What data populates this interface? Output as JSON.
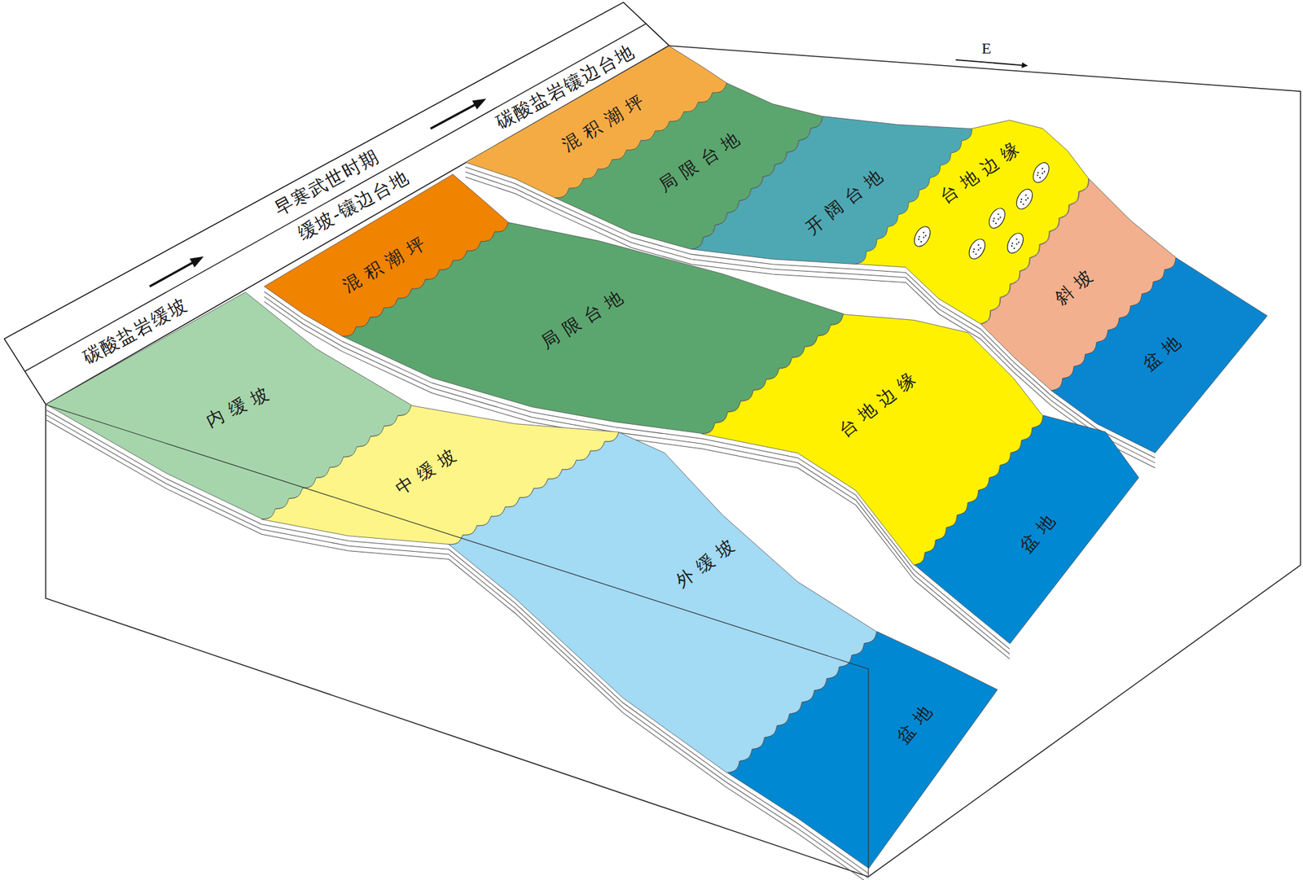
{
  "diagram": {
    "nodes": [
      {
        "text": [
          "早寒武世时期",
          "碳酸盐岩缓坡",
          "缓坡-镶边台地",
          "碳酸盐岩镶边台地"
        ]
      },
      {
        "text": [
          "内缓坡"
        ]
      },
      {
        "text": [
          "中缓坡"
        ]
      },
      {
        "text": [
          "外缓坡"
        ]
      },
      {
        "text": [
          "盆地"
        ]
      },
      {
        "text": [
          "混积潮坪"
        ]
      },
      {
        "text": [
          "局限台地"
        ]
      },
      {
        "text": [
          "台地边缘"
        ]
      },
      {
        "text": [
          "盆地"
        ]
      },
      {
        "text": [
          "混积潮坪"
        ]
      },
      {
        "text": [
          "局限台地"
        ]
      },
      {
        "text": [
          "开阔台地"
        ]
      },
      {
        "text": [
          "台地边缘"
        ]
      },
      {
        "text": [
          "斜坡"
        ]
      },
      {
        "text": [
          "盆地"
        ]
      }
    ],
    "labels": [
      "E"
    ]
  }
}
